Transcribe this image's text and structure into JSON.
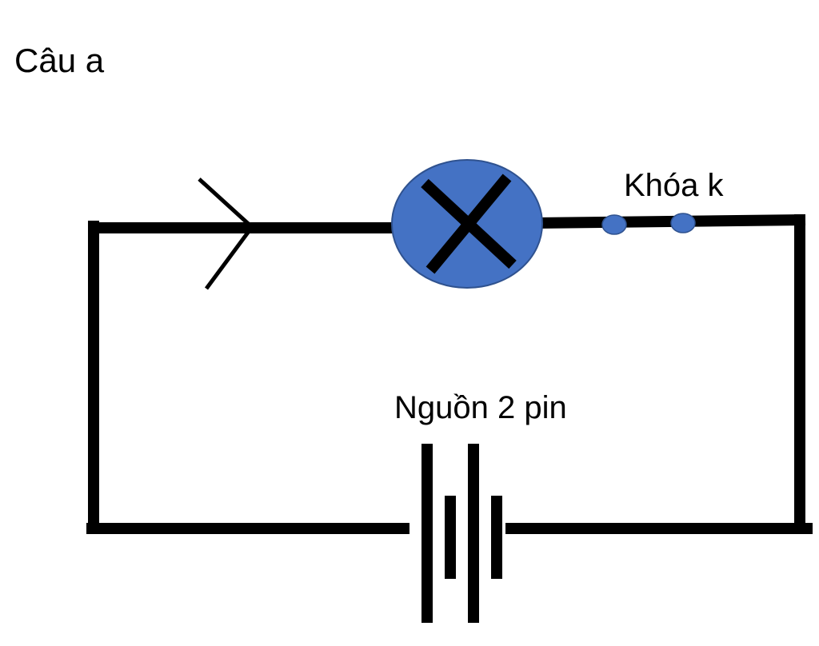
{
  "heading": "Câu a",
  "labels": {
    "switch": "Khóa k",
    "source": "Nguồn 2 pin"
  },
  "colors": {
    "wire": "#000000",
    "lamp_fill": "#4472c4",
    "lamp_stroke": "#2f528f",
    "switch_contact": "#4472c4",
    "background": "#ffffff"
  },
  "components": {
    "lamp_icon": "lamp-cross-icon",
    "current_arrow_icon": "arrow-right-icon",
    "battery_icon": "battery-two-cell-icon",
    "switch_icon": "open-switch-icon"
  }
}
